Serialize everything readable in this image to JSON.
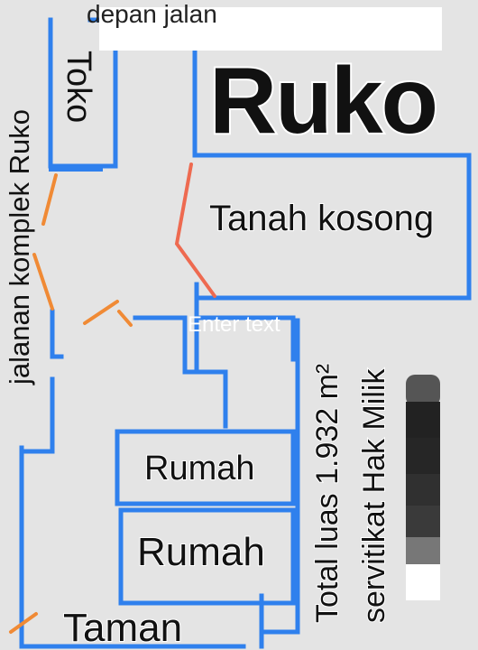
{
  "title": "Ruko",
  "labels": {
    "toko": "Toko",
    "street_left": "jalanan komplek Ruko",
    "street_top": "depan jalan",
    "tanah_kosong": "Tanah kosong",
    "rumah_1": "Rumah",
    "rumah_2": "Rumah",
    "taman": "Taman",
    "placeholder": "Enter text",
    "total_luas": "Total luas 1.932 m²",
    "sertifikat": "servitikat Hak Milik"
  },
  "colors": {
    "background": "#e4e4e4",
    "wall": "#2f80ed",
    "door": "#f08a35",
    "boundary": "#ee6a50",
    "text": "#111111"
  }
}
